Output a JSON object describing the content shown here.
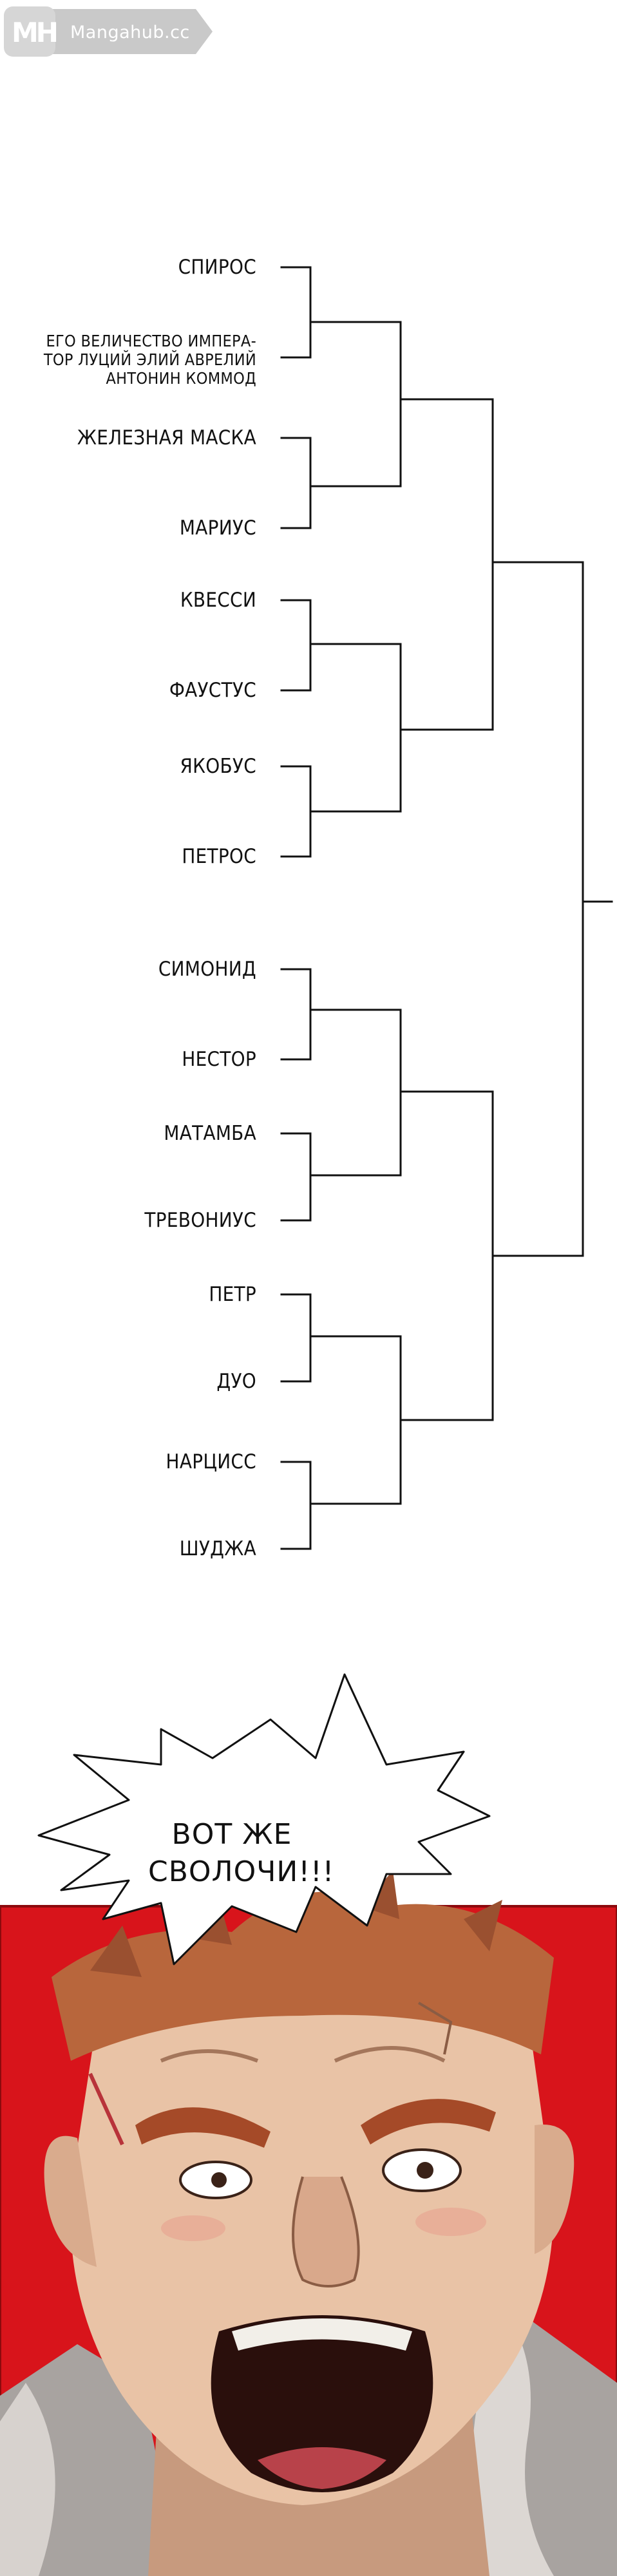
{
  "watermark": {
    "logo": "MH",
    "site": "Mangahub.cc"
  },
  "bracket": {
    "participants": [
      "СПИРОС",
      "ЕГО ВЕЛИЧЕСТВО ИМПЕРА-\nТОР ЛУЦИЙ ЭЛИЙ АВРЕЛИЙ\nАНТОНИН КОММОД",
      "ЖЕЛЕЗНАЯ МАСКА",
      "МАРИУС",
      "КВЕССИ",
      "ФАУСТУС",
      "ЯКОБУС",
      "ПЕТРОС",
      "СИМОНИД",
      "НЕСТОР",
      "МАТАМБА",
      "ТРЕВОНИУС",
      "ПЕТР",
      "ДУО",
      "НАРЦИСС",
      "ШУДЖА"
    ]
  },
  "speech_bubble": {
    "text": "ВОТ ЖЕ\nСВОЛОЧИ!!!"
  },
  "colors": {
    "bracket_line": "#111111",
    "panel_red": "#d8141b",
    "skin": "#e9c3a6",
    "hair": "#b8663c"
  }
}
